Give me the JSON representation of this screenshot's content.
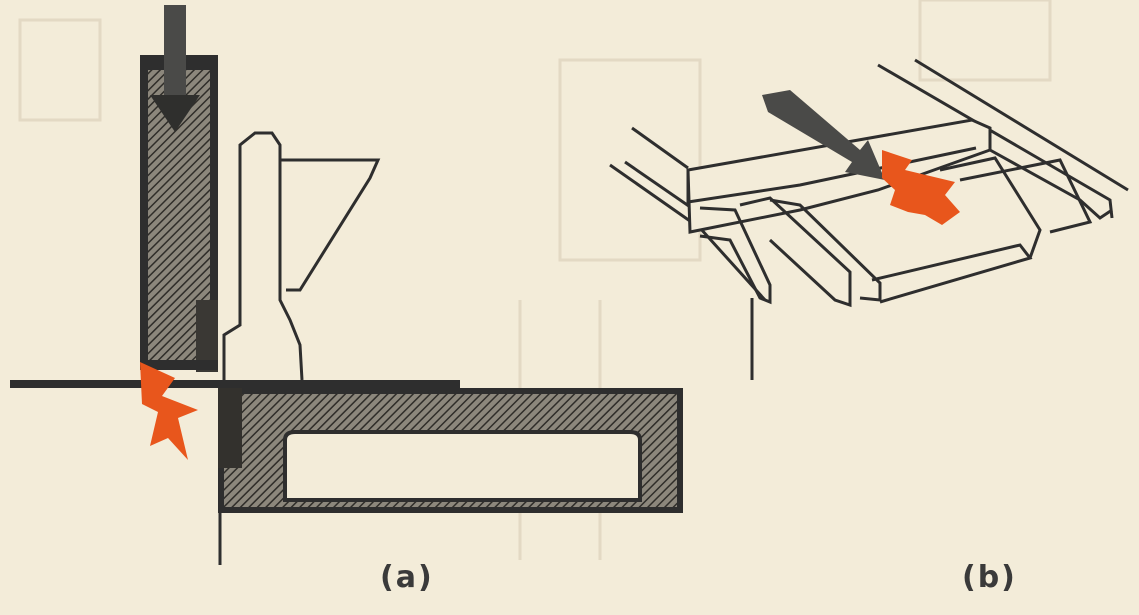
{
  "figure": {
    "panels": [
      {
        "id": "a",
        "caption": "(a)"
      },
      {
        "id": "b",
        "caption": "(b)"
      }
    ]
  },
  "colors": {
    "background": "#f3ecd9",
    "ink": "#2e2e2e",
    "hatch_fill": "#6d6a62",
    "force_arrow": "#e8561c",
    "punch_arrow": "#4a4a48"
  }
}
